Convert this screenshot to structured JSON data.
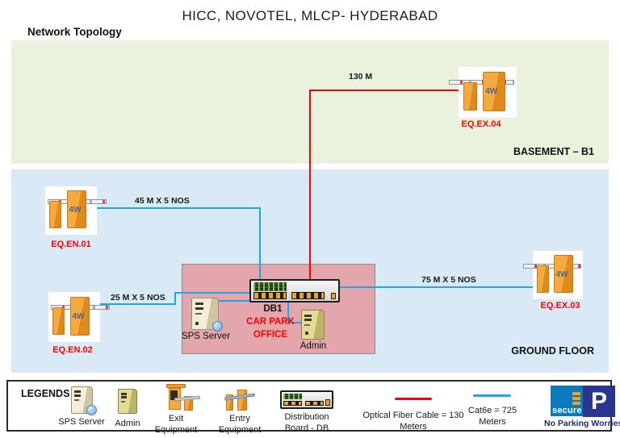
{
  "title": "HICC, NOVOTEL, MLCP- HYDERABAD",
  "subtitle": "Network Topology",
  "zones": {
    "basement_label": "BASEMENT – B1",
    "ground_label": "GROUND FLOOR"
  },
  "nodes": {
    "ex04": {
      "id": "EQ.EX.04",
      "badge": "4W"
    },
    "en01": {
      "id": "EQ.EN.01",
      "badge": "4W"
    },
    "en02": {
      "id": "EQ.EN.02",
      "badge": "4W"
    },
    "ex03": {
      "id": "EQ.EX.03",
      "badge": "4W"
    },
    "db": "DB1",
    "sps": "SPS Server",
    "admin": "Admin",
    "office": "CAR PARK OFFICE"
  },
  "cable_labels": {
    "ex04_run": "130 M",
    "en01_run": "45 M X 5 NOS",
    "en02_run": "25 M X 5 NOS",
    "ex03_run": "75 M X 5 NOS"
  },
  "legend": {
    "title": "LEGENDS",
    "sps": "SPS Server",
    "admin": "Admin",
    "exit": "Exit Equipment",
    "entry": "Entry Equipment",
    "db": "Distribution Board - DB",
    "fiber": "Optical Fiber Cable = 130 Meters",
    "cat6e": "Cat6e = 725 Meters",
    "logo": {
      "brand": "secure",
      "letter": "P",
      "tagline": "No Parking Worries"
    }
  },
  "colors": {
    "fiber_cable": "#FF0000",
    "cat6e_cable": "#1FA6E8",
    "basement_bg": "#EAF2DE",
    "ground_bg": "#D9E9F5",
    "office_bg": "#E3A6AC",
    "equipment_orange": "#F6A93E",
    "label_red": "#FF0000"
  }
}
